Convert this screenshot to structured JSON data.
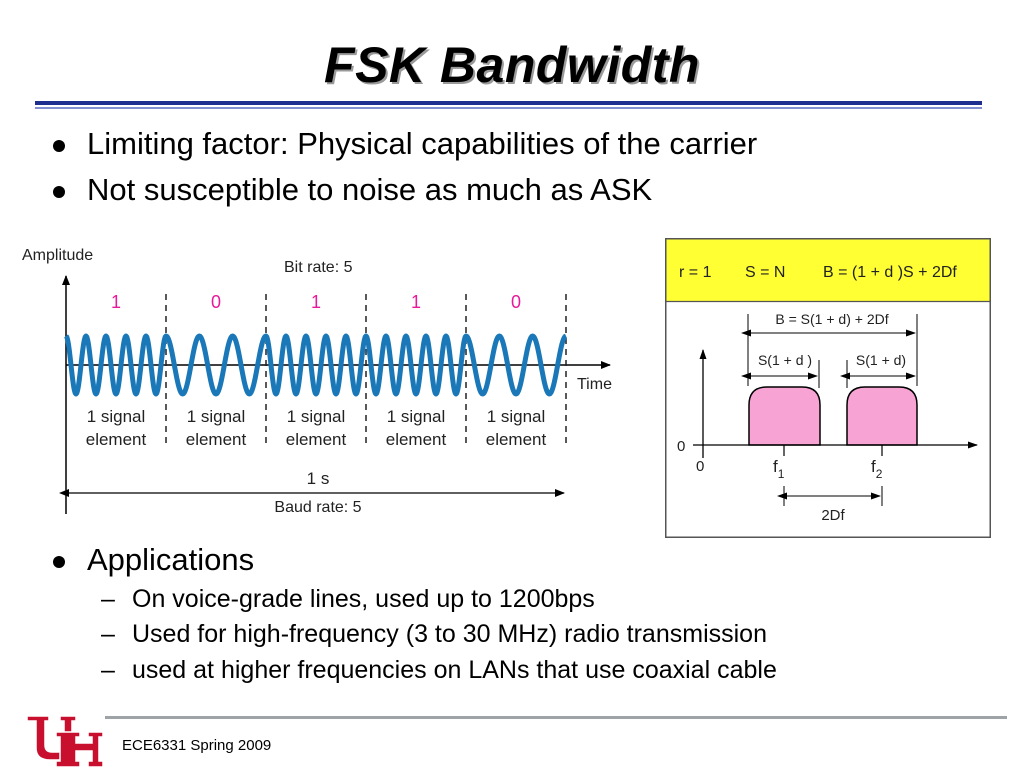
{
  "title": "FSK Bandwidth",
  "bullets": [
    "Limiting factor: Physical capabilities of the carrier",
    "Not susceptible to noise as much as ASK"
  ],
  "applications": {
    "heading": "Applications",
    "items": [
      "On voice-grade lines, used up to 1200bps",
      "Used for high-frequency (3 to 30 MHz) radio transmission",
      "used at higher frequencies on LANs that use coaxial cable"
    ]
  },
  "signal_figure": {
    "amplitude_label": "Amplitude",
    "bit_rate_label": "Bit rate: 5",
    "bits": [
      "1",
      "0",
      "1",
      "1",
      "0"
    ],
    "time_label": "Time",
    "element_label_line1": "1 signal",
    "element_label_line2": "element",
    "duration_label": "1 s",
    "baud_rate_label": "Baud rate: 5",
    "bit_color": "#e8199a",
    "wave_color": "#1a78b8"
  },
  "bandwidth_figure": {
    "header": {
      "r": "r = 1",
      "s": "S = N",
      "b": "B = (1 + d )S + 2Df"
    },
    "header_color": "#ffff33",
    "band_color": "#f7a3d3",
    "top_bracket": "B = S(1 + d) + 2Df",
    "left_band_label": "S(1 + d )",
    "right_band_label": "S(1 +  d)",
    "y_zero": "0",
    "x_zero": "0",
    "f1": {
      "main": "f",
      "sub": "1"
    },
    "f2": {
      "main": "f",
      "sub": "2"
    },
    "separation_label": "2Df"
  },
  "footer": {
    "course": "ECE6331 Spring 2009"
  },
  "logo": {
    "text": "UH",
    "color": "#c8102e"
  }
}
